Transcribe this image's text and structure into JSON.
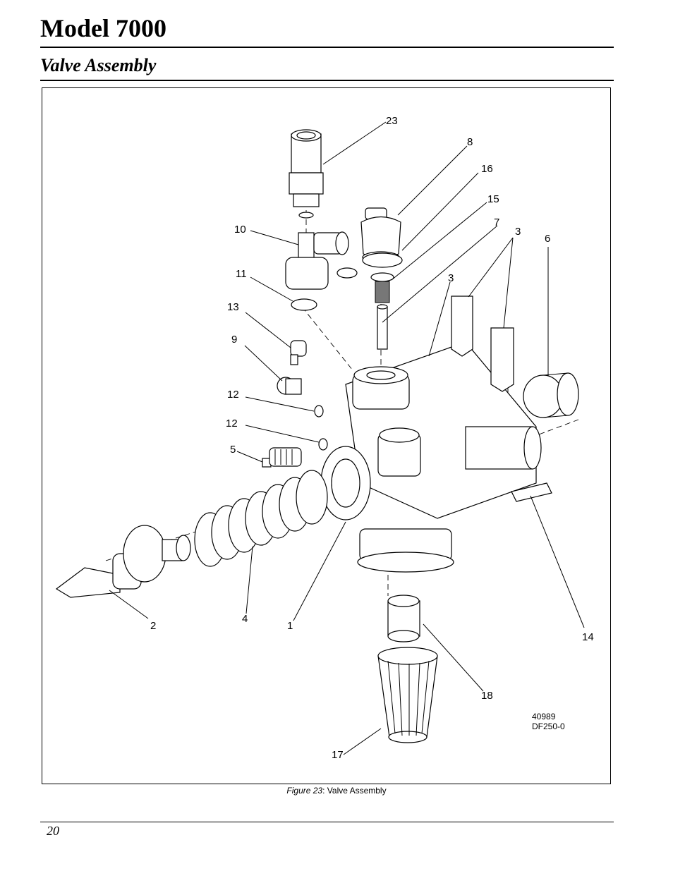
{
  "header": {
    "title": "Model 7000",
    "subtitle": "Valve Assembly"
  },
  "figure": {
    "callouts": [
      "23",
      "8",
      "16",
      "15",
      "7",
      "3",
      "3",
      "6",
      "10",
      "11",
      "13",
      "9",
      "12",
      "12",
      "5",
      "2",
      "4",
      "1",
      "14",
      "18",
      "17"
    ],
    "ref_line1": "40989",
    "ref_line2": "DF250-0"
  },
  "caption": {
    "label": "Figure 23",
    "text": ": Valve Assembly"
  },
  "footer": {
    "page_number": "20"
  }
}
